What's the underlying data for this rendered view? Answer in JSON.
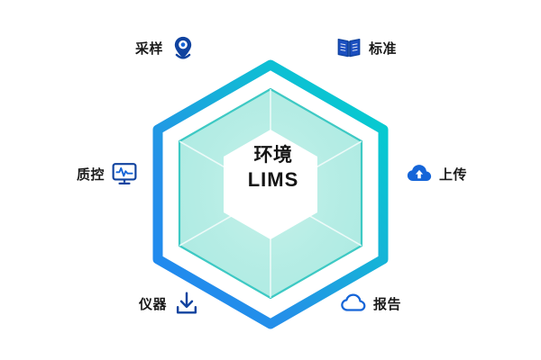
{
  "diagram": {
    "type": "hexagon-radial-infographic",
    "center": {
      "line1": "环境",
      "line2": "LIMS"
    },
    "nodes": [
      {
        "id": "sampling",
        "label": "采样",
        "icon": "location-pin-icon",
        "position": "top-left",
        "order": "label-first"
      },
      {
        "id": "standard",
        "label": "标准",
        "icon": "open-book-icon",
        "position": "top-right",
        "order": "icon-first"
      },
      {
        "id": "upload",
        "label": "上传",
        "icon": "cloud-upload-icon",
        "position": "right",
        "order": "icon-first"
      },
      {
        "id": "report",
        "label": "报告",
        "icon": "cloud-outline-icon",
        "position": "bottom-right",
        "order": "icon-first"
      },
      {
        "id": "instrument",
        "label": "仪器",
        "icon": "import-tray-icon",
        "position": "bottom-left",
        "order": "label-first"
      },
      {
        "id": "qc",
        "label": "质控",
        "icon": "monitor-waveform-icon",
        "position": "left",
        "order": "label-first"
      }
    ],
    "colors": {
      "ring_gradient_start": "#1E88F0",
      "ring_gradient_mid": "#1FA7DC",
      "ring_gradient_end": "#00D2CE",
      "inner_hex_fill": "#B8EDE5",
      "inner_hex_stroke": "#3CC8C4",
      "center_hex_fill": "#FFFFFF",
      "icon_blue": "#1565D8",
      "icon_dark_blue": "#10439F",
      "label_text": "#191919",
      "background": "#FFFFFF"
    }
  }
}
